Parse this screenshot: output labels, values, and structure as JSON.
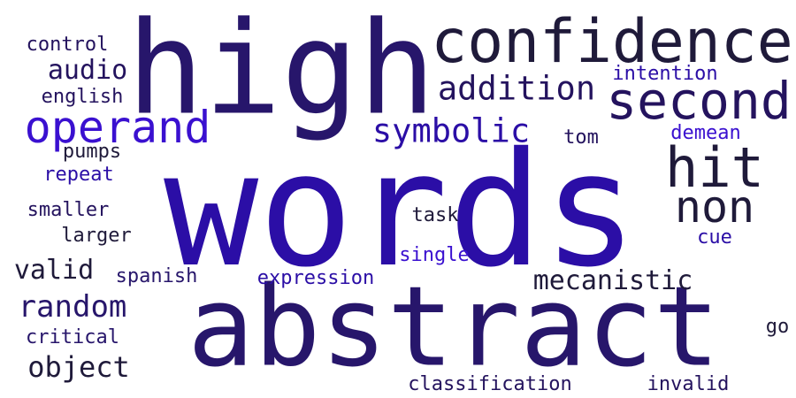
{
  "words": [
    {
      "text": "words",
      "color": "#2b0ea6"
    },
    {
      "text": "abstract",
      "color": "#27166b"
    },
    {
      "text": "high",
      "color": "#27166b"
    },
    {
      "text": "confidence",
      "color": "#1f1a3a"
    },
    {
      "text": "second",
      "color": "#24135e"
    },
    {
      "text": "hit",
      "color": "#1f1a3a"
    },
    {
      "text": "non",
      "color": "#1f1a3a"
    },
    {
      "text": "operand",
      "color": "#3a10d0"
    },
    {
      "text": "addition",
      "color": "#24135e"
    },
    {
      "text": "symbolic",
      "color": "#2b0ea6"
    },
    {
      "text": "mecanistic",
      "color": "#1f1a3a"
    },
    {
      "text": "random",
      "color": "#27166b"
    },
    {
      "text": "object",
      "color": "#1f1a3a"
    },
    {
      "text": "valid",
      "color": "#1f1a3a"
    },
    {
      "text": "audio",
      "color": "#24135e"
    },
    {
      "text": "intention",
      "color": "#2b0ea6"
    },
    {
      "text": "expression",
      "color": "#2b0ea6"
    },
    {
      "text": "classification",
      "color": "#24135e"
    },
    {
      "text": "invalid",
      "color": "#24135e"
    },
    {
      "text": "critical",
      "color": "#27166b"
    },
    {
      "text": "spanish",
      "color": "#27166b"
    },
    {
      "text": "single",
      "color": "#3a10d0"
    },
    {
      "text": "demean",
      "color": "#3a10d0"
    },
    {
      "text": "task",
      "color": "#1f1a3a"
    },
    {
      "text": "cue",
      "color": "#2b0ea6"
    },
    {
      "text": "control",
      "color": "#24135e"
    },
    {
      "text": "english",
      "color": "#24135e"
    },
    {
      "text": "pumps",
      "color": "#1f1a3a"
    },
    {
      "text": "repeat",
      "color": "#2b0ea6"
    },
    {
      "text": "smaller",
      "color": "#24135e"
    },
    {
      "text": "larger",
      "color": "#1f1a3a"
    },
    {
      "text": "tom",
      "color": "#24135e"
    },
    {
      "text": "go",
      "color": "#1f1a3a"
    }
  ]
}
